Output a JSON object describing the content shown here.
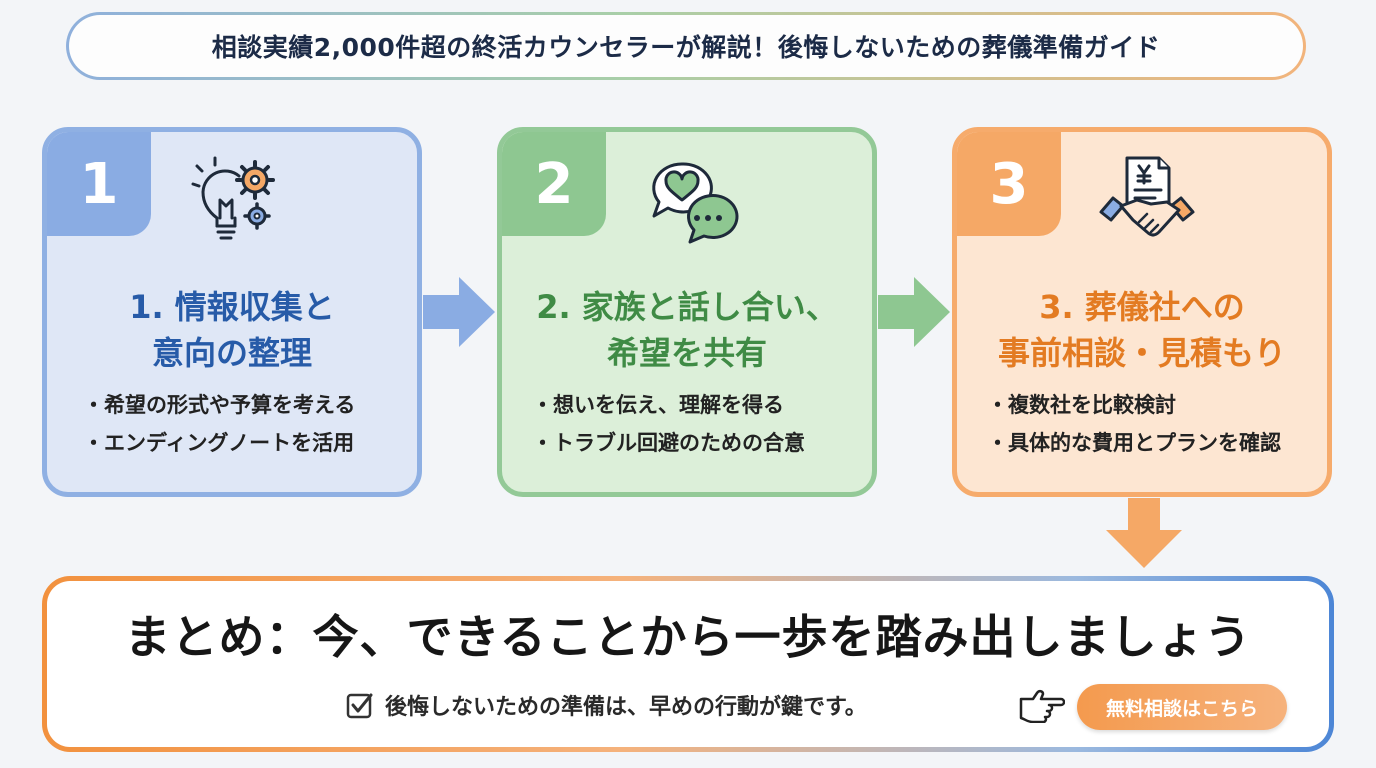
{
  "header": {
    "title": "相談実績2,000件超の終活カウンセラーが解説！後悔しないための葬儀準備ガイド"
  },
  "steps": [
    {
      "number": "1",
      "icon": "lightbulb-gears-icon",
      "title_line1": "1. 情報収集と",
      "title_line2": "意向の整理",
      "items": [
        "希望の形式や予算を考える",
        "エンディングノートを活用"
      ]
    },
    {
      "number": "2",
      "icon": "chat-bubbles-heart-icon",
      "title_line1": "2. 家族と話し合い、",
      "title_line2": "希望を共有",
      "items": [
        "想いを伝え、理解を得る",
        "トラブル回避のための合意"
      ]
    },
    {
      "number": "3",
      "icon": "handshake-invoice-icon",
      "title_line1": "3. 葬儀社への",
      "title_line2": "事前相談・見積もり",
      "items": [
        "複数社を比較検討",
        "具体的な費用とプランを確認"
      ]
    }
  ],
  "summary": {
    "title": "まとめ：今、できることから一歩を踏み出しましょう",
    "subtext": "後悔しないための準備は、早めの行動が鍵です。",
    "cta_label": "無料相談はこちら"
  },
  "colors": {
    "blue": "#8aace3",
    "green": "#8ec791",
    "orange": "#f5a866",
    "title_blue": "#275ba8",
    "title_green": "#3f8b45",
    "title_orange": "#e37b22"
  }
}
